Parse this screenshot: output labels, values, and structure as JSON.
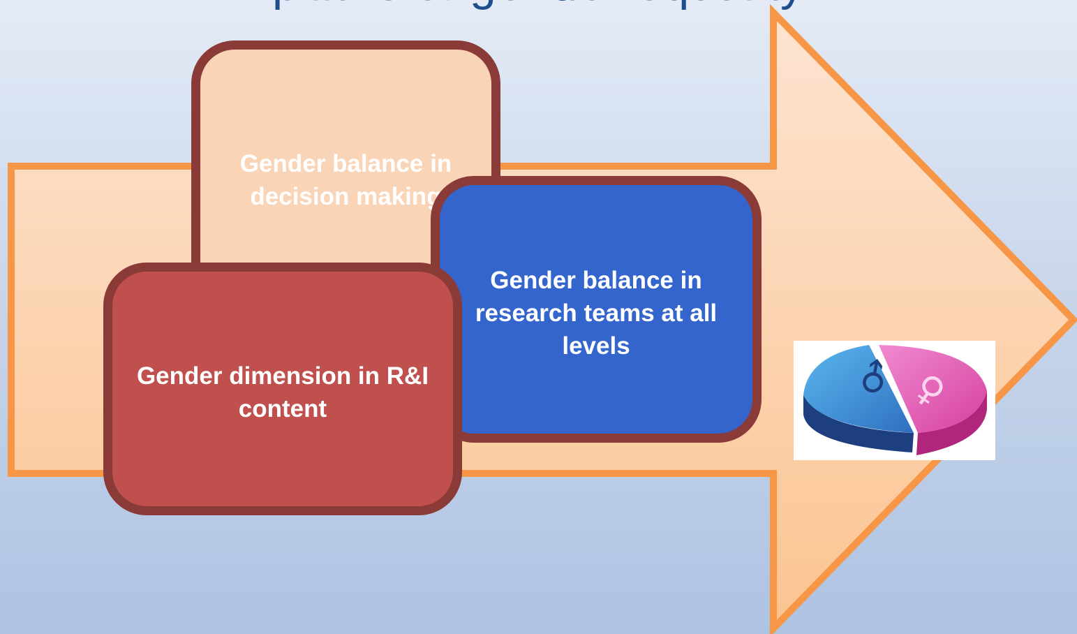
{
  "slide": {
    "title": "pillars of gender equality"
  },
  "boxes": {
    "decision_making": "Gender balance in decision making",
    "research_teams": "Gender balance in research teams at all levels",
    "content": "Gender dimension in R&I content"
  },
  "pie": {
    "left_symbol": "♂",
    "right_symbol": "♀"
  },
  "colors": {
    "arrow_fill_top": "#fde4d2",
    "arrow_fill_bottom": "#fbc491",
    "arrow_stroke": "#f79646",
    "box_border": "#8a3a37",
    "decision_box": "#fad4b6",
    "research_box": "#3465cc",
    "content_box": "#c0504d",
    "pie_blue": "#3f8fd6",
    "pie_pink": "#e44fb4"
  }
}
